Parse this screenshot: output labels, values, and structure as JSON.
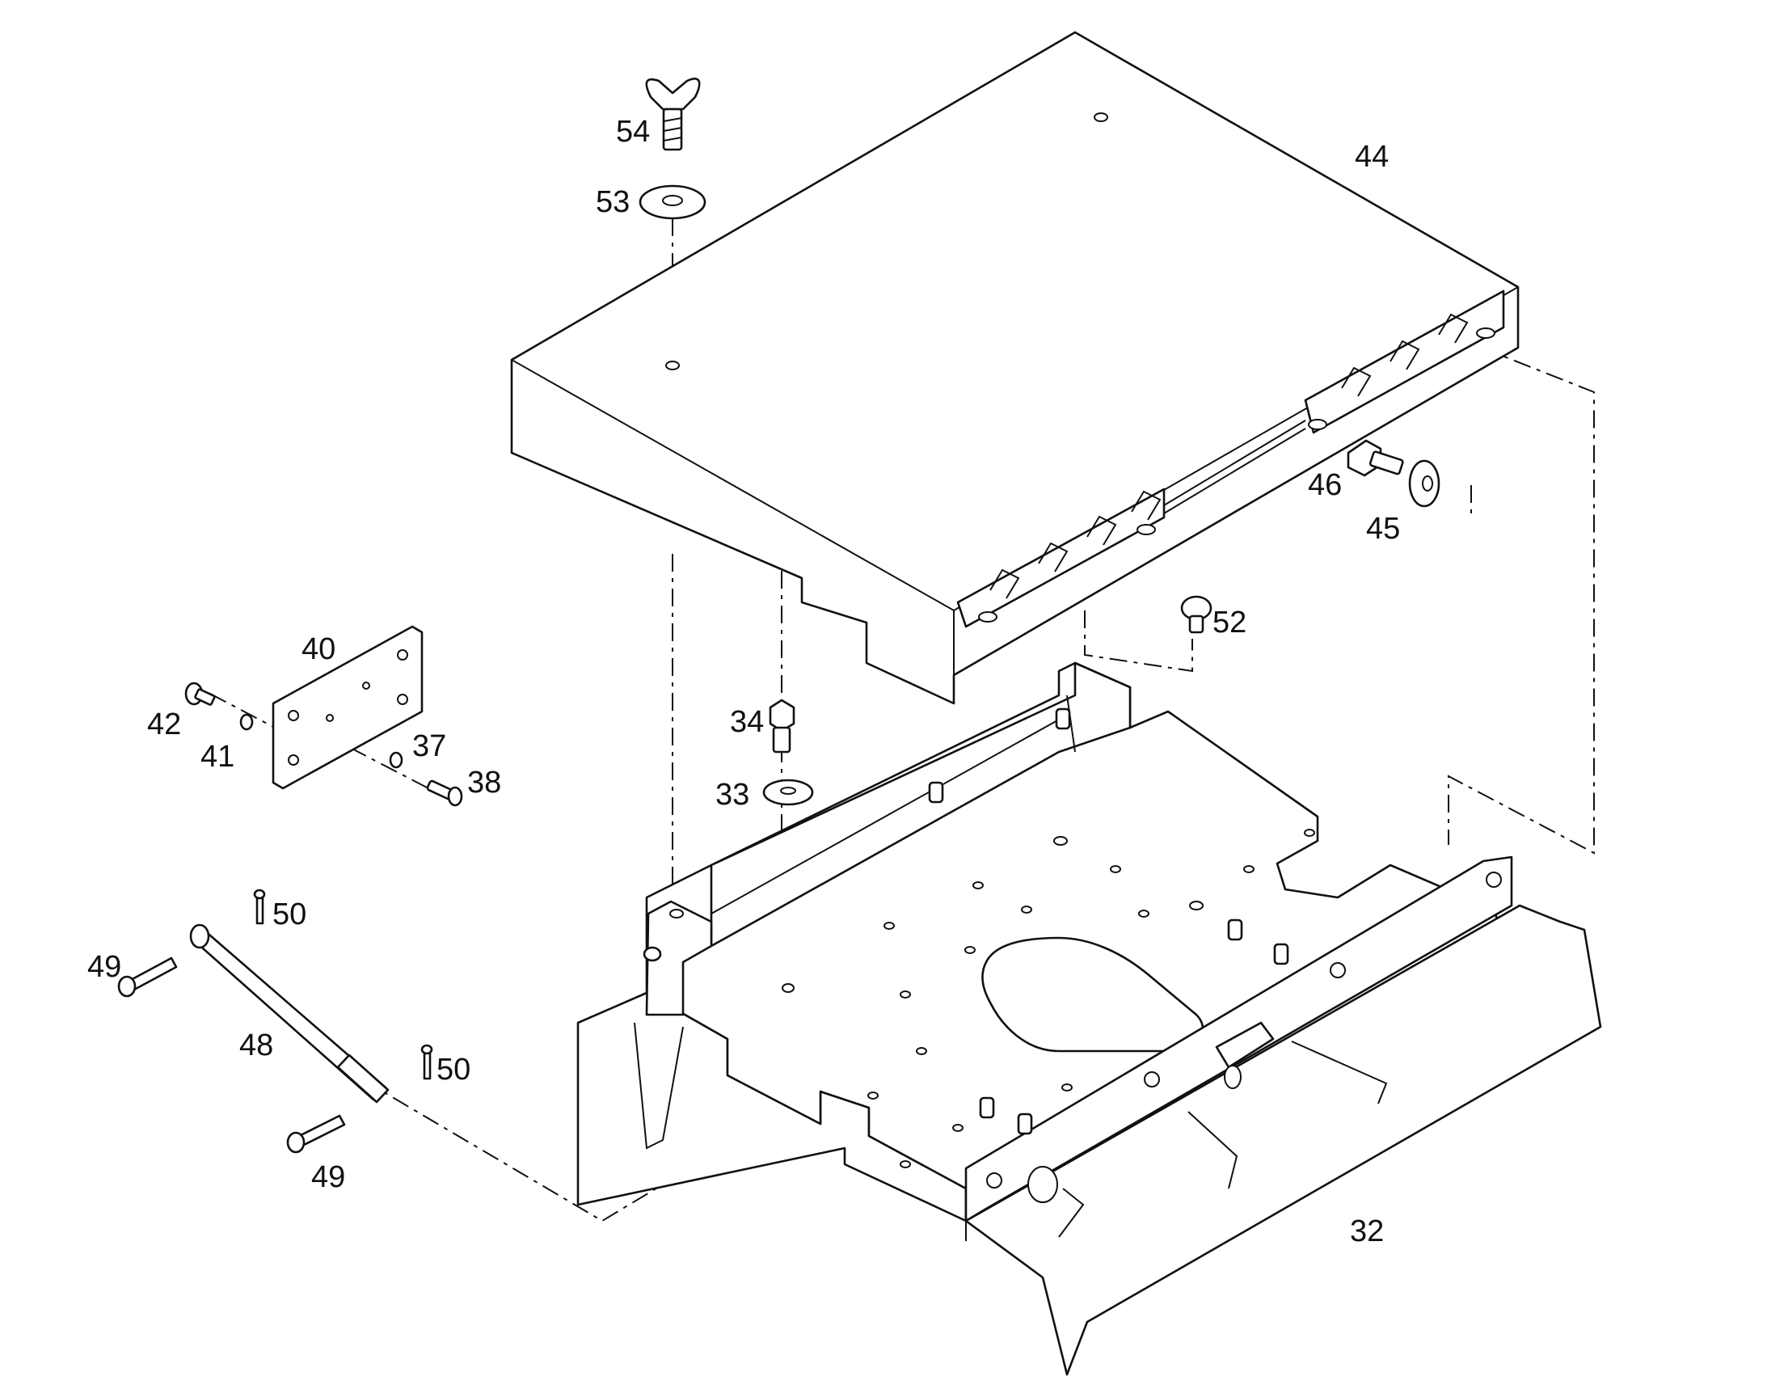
{
  "callouts": {
    "c32": "32",
    "c33": "33",
    "c34": "34",
    "c37": "37",
    "c38": "38",
    "c40": "40",
    "c41": "41",
    "c42": "42",
    "c44": "44",
    "c45": "45",
    "c46": "46",
    "c48": "48",
    "c49a": "49",
    "c49b": "49",
    "c50a": "50",
    "c50b": "50",
    "c52": "52",
    "c53": "53",
    "c54": "54"
  }
}
